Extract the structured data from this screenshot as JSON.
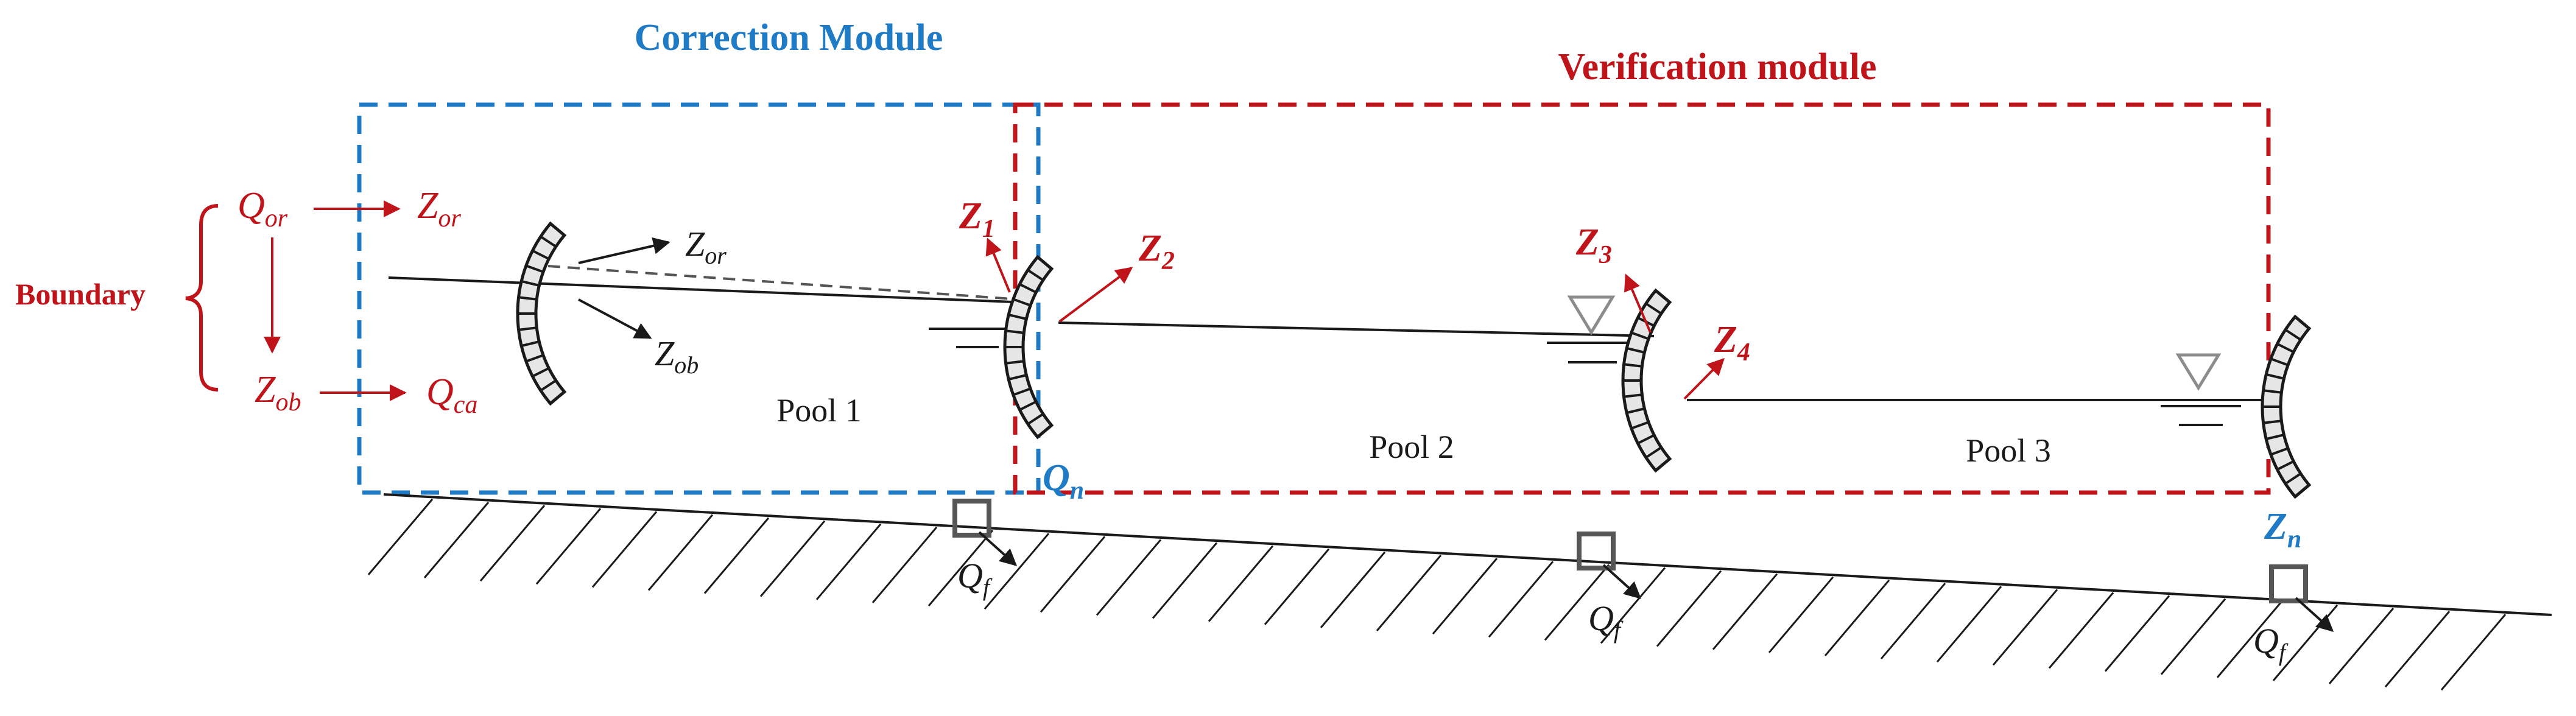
{
  "modules": {
    "correction": {
      "title": "Correction Module",
      "color": "#1f7bc6"
    },
    "verification": {
      "title": "Verification module",
      "color": "#c0141b"
    }
  },
  "boundary": {
    "label": "Boundary",
    "color": "#c0141b",
    "q_or": {
      "base": "Q",
      "sub": "or"
    },
    "z_or": {
      "base": "Z",
      "sub": "or"
    },
    "z_ob": {
      "base": "Z",
      "sub": "ob"
    },
    "q_ca": {
      "base": "Q",
      "sub": "ca"
    }
  },
  "gate1_arrows": {
    "z_or": {
      "base": "Z",
      "sub": "or"
    },
    "z_ob": {
      "base": "Z",
      "sub": "ob"
    }
  },
  "pools": [
    {
      "label": "Pool 1"
    },
    {
      "label": "Pool 2"
    },
    {
      "label": "Pool 3"
    }
  ],
  "levels": {
    "z1": {
      "base": "Z",
      "sub": "1"
    },
    "z2": {
      "base": "Z",
      "sub": "2"
    },
    "z3": {
      "base": "Z",
      "sub": "3"
    },
    "z4": {
      "base": "Z",
      "sub": "4"
    }
  },
  "control_points": {
    "q_n": {
      "base": "Q",
      "sub": "n"
    },
    "z_n": {
      "base": "Z",
      "sub": "n"
    }
  },
  "flow_outlets": [
    {
      "base": "Q",
      "sub": "f"
    },
    {
      "base": "Q",
      "sub": "f"
    },
    {
      "base": "Q",
      "sub": "f"
    }
  ],
  "colors": {
    "accent_red": "#c0141b",
    "accent_blue": "#1f7bc6",
    "line": "#1a1a1a",
    "gate_fill": "#e6e6e6",
    "outlet": "#555555",
    "marker": "#8c8c8c"
  }
}
